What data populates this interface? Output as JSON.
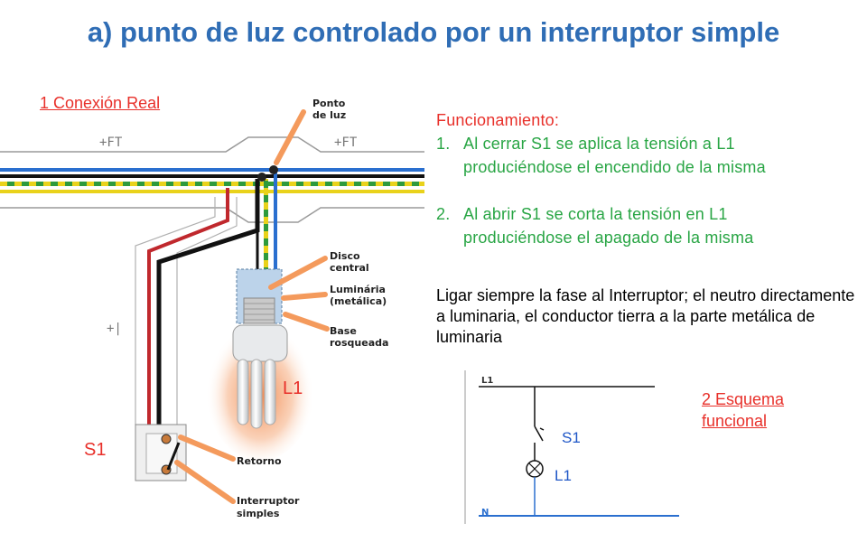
{
  "title": "a)  punto de luz controlado por un interruptor simple",
  "real": {
    "heading": "1 Conexión Real",
    "labels": {
      "ponto": [
        "Ponto",
        "de luz"
      ],
      "disco": [
        "Disco",
        "central"
      ],
      "luminaria": [
        "Luminária",
        "(metálica)"
      ],
      "base": [
        "Base",
        "rosqueada"
      ],
      "retorno": [
        "Retorno"
      ],
      "interruptor": [
        "Interruptor",
        "simples"
      ]
    },
    "l1": "L1",
    "s1": "S1"
  },
  "funcionamiento": {
    "heading": "Funcionamiento:",
    "items": [
      {
        "num": "1.",
        "lines": [
          "Al cerrar S1 se aplica la tensión a L1",
          "produciéndose el encendido de la misma"
        ]
      },
      {
        "num": "2.",
        "lines": [
          "Al abrir S1 se corta la tensión en L1",
          "produciéndose el apagado de la misma"
        ]
      }
    ]
  },
  "note": "Ligar siempre la fase al Interruptor; el neutro directamente a luminaria, el conductor tierra a la parte metálica de luminaria",
  "esquema": {
    "heading_lines": [
      "2 Esquema",
      "funcional"
    ],
    "l1_top": "L1",
    "n": "N",
    "s1": "S1",
    "l1": "L1"
  },
  "colors": {
    "title": "#2f6db5",
    "red_text": "#e8302a",
    "green_text": "#28a544",
    "wire_red": "#c0282d",
    "wire_black": "#111111",
    "wire_blue": "#2a6fcf",
    "wire_yellow_green": "#2e9a3c",
    "glow": "#f07a3a"
  }
}
